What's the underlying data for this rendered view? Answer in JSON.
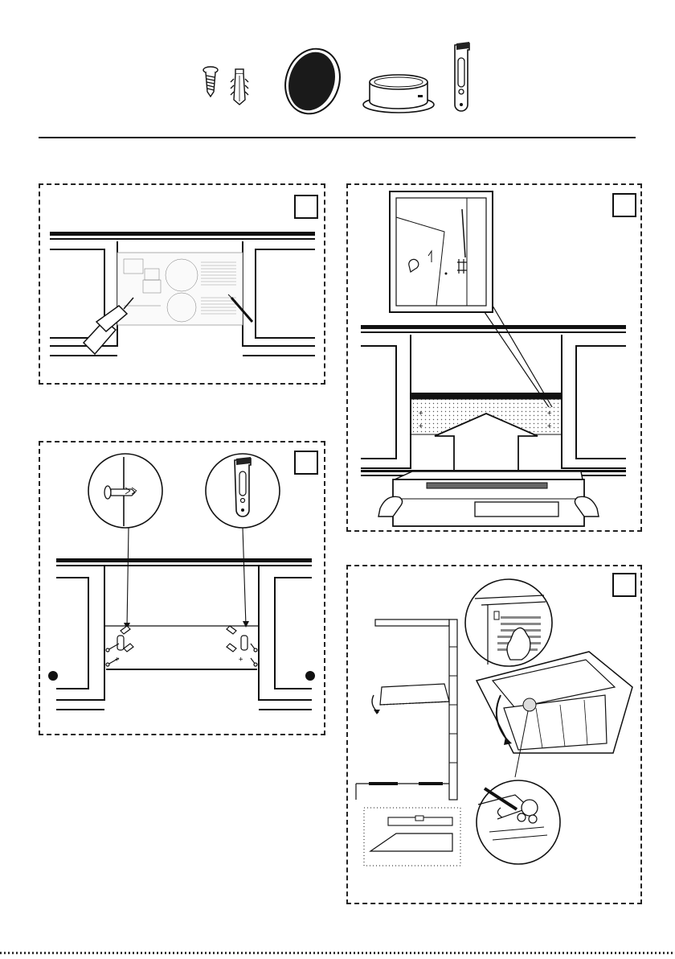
{
  "parts": [
    {
      "name": "screw"
    },
    {
      "name": "wall-plug"
    },
    {
      "name": "charcoal-filter"
    },
    {
      "name": "flange-ring"
    },
    {
      "name": "mounting-bracket"
    }
  ],
  "steps": [
    {
      "id": "step-1",
      "number": ""
    },
    {
      "id": "step-2",
      "number": ""
    },
    {
      "id": "step-3",
      "number": ""
    },
    {
      "id": "step-4",
      "number": ""
    }
  ],
  "colors": {
    "ink": "#111111",
    "paper": "#ffffff",
    "dots": "#555555"
  }
}
